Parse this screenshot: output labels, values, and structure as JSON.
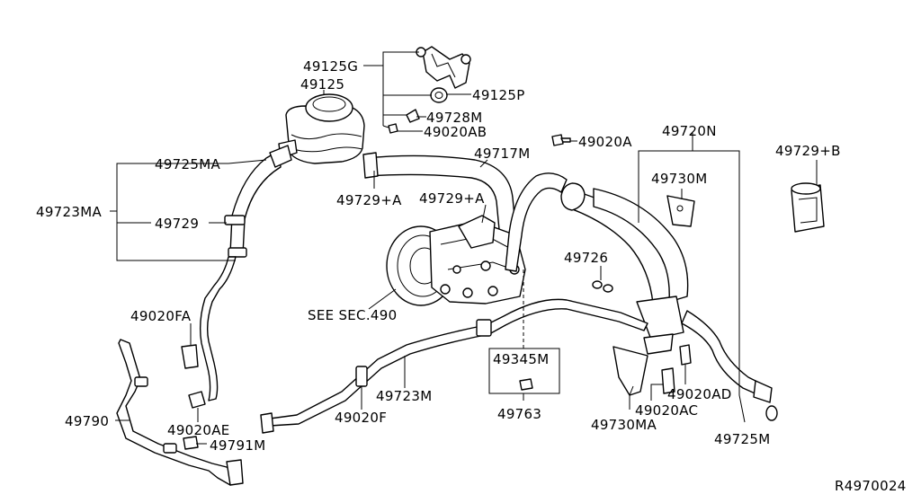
{
  "diagram_id": "R4970024",
  "labels": {
    "p49125G": "49125G",
    "p49125": "49125",
    "p49125P": "49125P",
    "p49728M": "49728M",
    "p49020AB": "49020AB",
    "p49020A": "49020A",
    "p49720N": "49720N",
    "p49729B": "49729+B",
    "p49725MA": "49725MA",
    "p49717M": "49717M",
    "p49730M": "49730M",
    "p49729A_1": "49729+A",
    "p49729A_2": "49729+A",
    "p49723MA": "49723MA",
    "p49729": "49729",
    "p49726": "49726",
    "see_sec": "SEE SEC.490",
    "p49020FA": "49020FA",
    "p49345M": "49345M",
    "p49723M": "49723M",
    "p49020AD": "49020AD",
    "p49020AC": "49020AC",
    "p49763": "49763",
    "p49020F": "49020F",
    "p49730MA": "49730MA",
    "p49790": "49790",
    "p49020AE": "49020AE",
    "p49791M": "49791M",
    "p49725M": "49725M"
  }
}
